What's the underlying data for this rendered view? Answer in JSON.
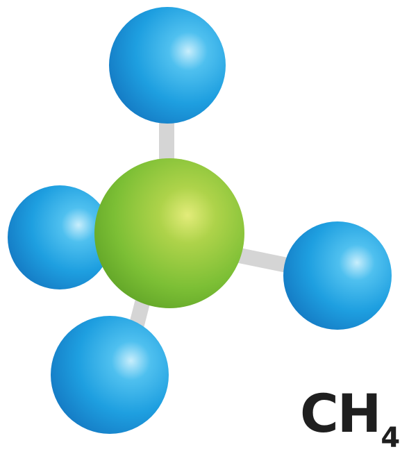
{
  "molecule": {
    "formula_main": "CH",
    "formula_subscript": "4"
  },
  "atoms": [
    {
      "element": "C",
      "color": "#7fc238",
      "role": "carbon"
    },
    {
      "element": "H",
      "color": "#1ea0e0",
      "role": "hydrogen"
    },
    {
      "element": "H",
      "color": "#1ea0e0",
      "role": "hydrogen"
    },
    {
      "element": "H",
      "color": "#1ea0e0",
      "role": "hydrogen"
    },
    {
      "element": "H",
      "color": "#1ea0e0",
      "role": "hydrogen"
    }
  ],
  "bond_color": "#d5d5d5"
}
